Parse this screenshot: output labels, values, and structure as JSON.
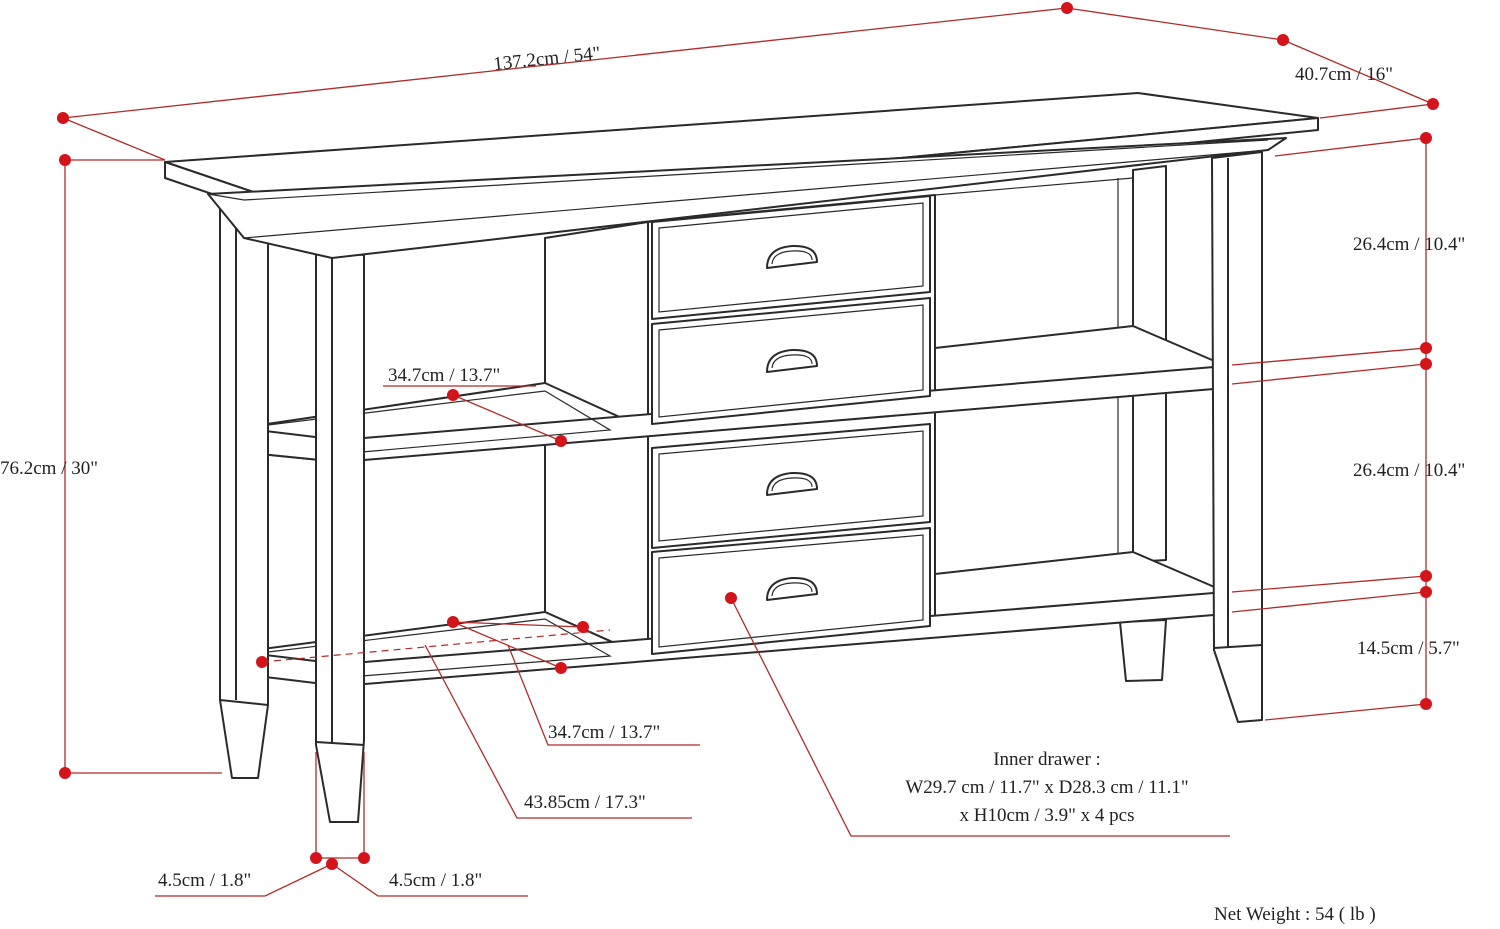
{
  "dimensions": {
    "width": "137.2cm / 54\"",
    "depth": "40.7cm / 16\"",
    "height": "76.2cm / 30\"",
    "upper_opening": "26.4cm / 10.4\"",
    "middle_opening": "26.4cm / 10.4\"",
    "bottom_clearance": "14.5cm / 5.7\"",
    "shelf_upper_depth": "34.7cm / 13.7\"",
    "shelf_lower_depth": "34.7cm / 13.7\"",
    "shelf_width": "43.85cm / 17.3\"",
    "leg_width_left": "4.5cm / 1.8\"",
    "leg_width_right": "4.5cm / 1.8\""
  },
  "inner_drawer": {
    "title": "Inner drawer :",
    "line1": "W29.7 cm / 11.7\" x D28.3 cm / 11.1\"",
    "line2": "x H10cm / 3.9\" x 4 pcs"
  },
  "net_weight": "Net Weight : 54 ( lb )",
  "colors": {
    "dimension_line": "#b22a2a",
    "dimension_dot": "#d3141b",
    "outline": "#2a2a2a",
    "text": "#222222"
  },
  "drawer_count": 4
}
